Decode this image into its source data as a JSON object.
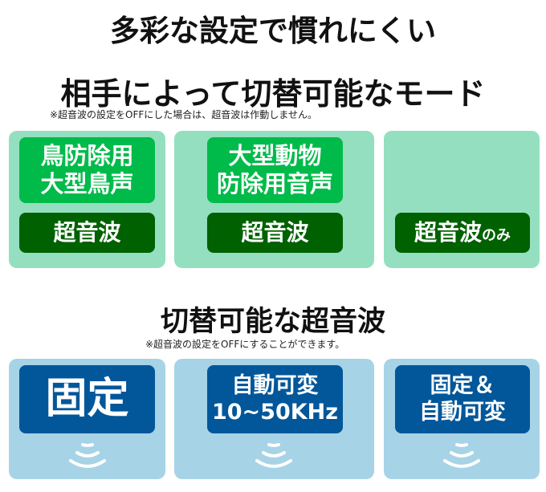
{
  "header": {
    "title": "多彩な設定で慣れにくい"
  },
  "modes": {
    "title": "相手によって切替可能なモード",
    "note": "※超音波の設定をOFFにした場合は、超音波は作動しません。",
    "items": [
      {
        "voice_line1": "鳥防除用",
        "voice_line2": "大型鳥声",
        "ultra": "超音波"
      },
      {
        "voice_line1": "大型動物",
        "voice_line2": "防除用音声",
        "ultra": "超音波"
      },
      {
        "ultra": "超音波",
        "ultra_suffix": "のみ"
      }
    ]
  },
  "ultrasonic": {
    "title": "切替可能な超音波",
    "note": "※超音波の設定をOFFにすることができます。",
    "items": [
      {
        "line1": "固定"
      },
      {
        "line1": "自動可変",
        "line2": "10~50KHz"
      },
      {
        "line1": "固定＆",
        "line2": "自動可変"
      }
    ]
  },
  "colors": {
    "green_panel": "#94dfbf",
    "blue_panel": "#a7d3e6",
    "light_green": "#00bb4a",
    "dark_green": "#006100",
    "blue": "#02579a"
  }
}
